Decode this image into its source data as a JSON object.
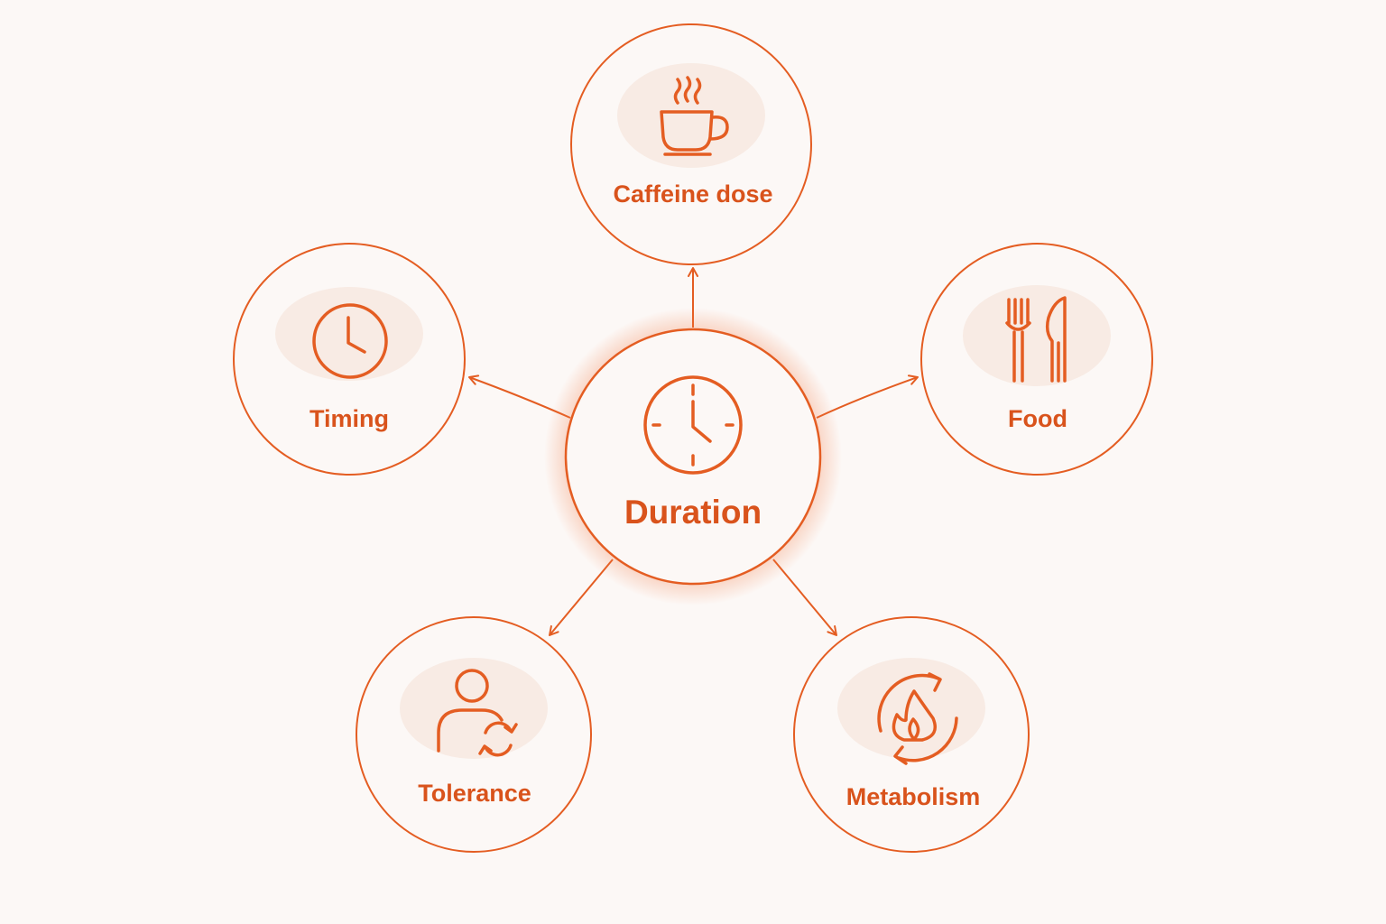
{
  "diagram": {
    "center": {
      "label": "Duration",
      "icon": "clock-icon"
    },
    "nodes": [
      {
        "id": "caffeine-dose",
        "label": "Caffeine dose",
        "icon": "coffee-cup-icon"
      },
      {
        "id": "timing",
        "label": "Timing",
        "icon": "clock-icon"
      },
      {
        "id": "food",
        "label": "Food",
        "icon": "fork-knife-icon"
      },
      {
        "id": "tolerance",
        "label": "Tolerance",
        "icon": "person-cycle-icon"
      },
      {
        "id": "metabolism",
        "label": "Metabolism",
        "icon": "flame-cycle-icon"
      }
    ]
  },
  "colors": {
    "background": "#fcf8f6",
    "accent": "#e45d22",
    "label": "#d9531c",
    "glow": "#f27a45",
    "icon_backdrop": "#f8ebe4"
  }
}
